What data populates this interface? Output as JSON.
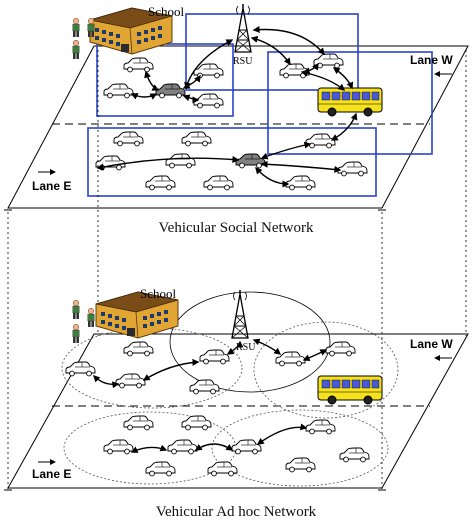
{
  "top_panel": {
    "caption": "Vehicular Social Network",
    "school_label": "School",
    "rsu_label": "RSU",
    "lane_w_label": "Lane W",
    "lane_e_label": "Lane E"
  },
  "bottom_panel": {
    "caption": "Vehicular Ad hoc Network",
    "school_label": "School",
    "rsu_label": "RSU",
    "lane_w_label": "Lane W",
    "lane_e_label": "Lane E"
  },
  "colors": {
    "group_box": "#2a44c8",
    "bus_body": "#f5e11e",
    "school_body": "#e1a533",
    "car_highlight": "#808080",
    "car_default": "#ffffff"
  },
  "icons": [
    "school-icon",
    "rsu-tower-icon",
    "bus-icon",
    "car-icon",
    "person-icon",
    "arrow-left-icon",
    "arrow-right-icon"
  ]
}
